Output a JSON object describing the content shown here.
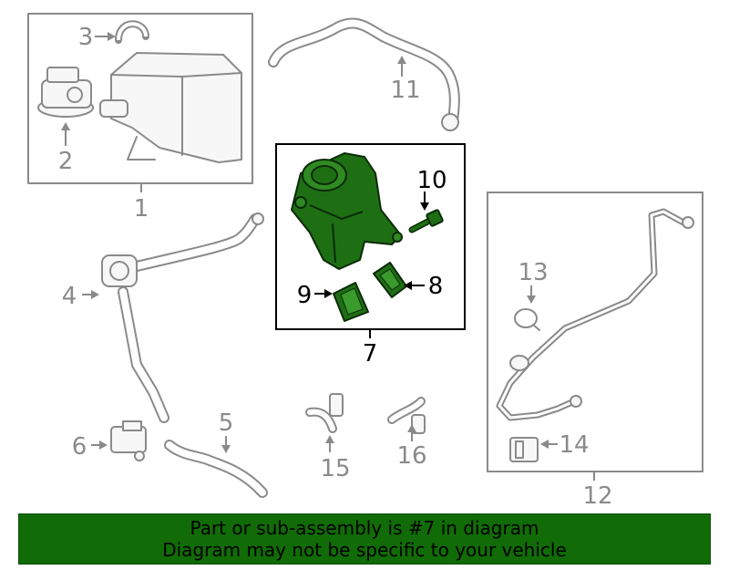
{
  "callouts": {
    "c1": "1",
    "c2": "2",
    "c3": "3",
    "c4": "4",
    "c5": "5",
    "c6": "6",
    "c7": "7",
    "c8": "8",
    "c9": "9",
    "c10": "10",
    "c11": "11",
    "c12": "12",
    "c13": "13",
    "c14": "14",
    "c15": "15",
    "c16": "16"
  },
  "colors": {
    "highlight_part": "#1e6f14",
    "banner_background": "#116b06",
    "other_parts": "#8a8a8a"
  },
  "banner": {
    "line1": "Part or sub-assembly is #7 in diagram",
    "line2": "Diagram may not be specific to your vehicle"
  }
}
